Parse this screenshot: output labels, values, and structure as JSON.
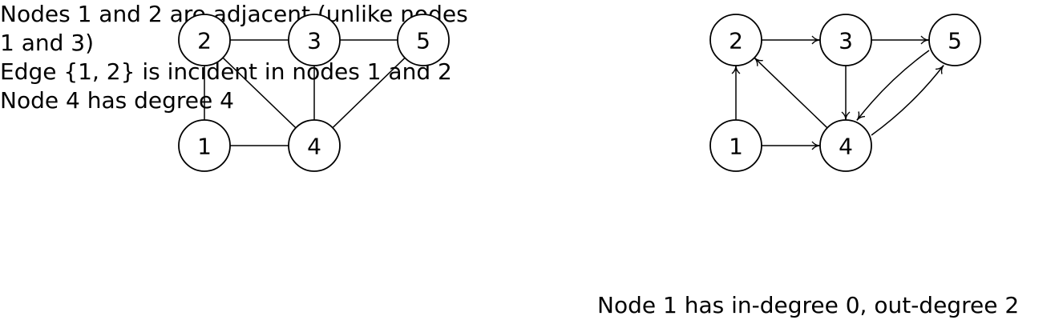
{
  "undirected": {
    "nodes": [
      {
        "id": "1",
        "label": "1"
      },
      {
        "id": "2",
        "label": "2"
      },
      {
        "id": "3",
        "label": "3"
      },
      {
        "id": "4",
        "label": "4"
      },
      {
        "id": "5",
        "label": "5"
      }
    ],
    "edges": [
      {
        "from": "2",
        "to": "3"
      },
      {
        "from": "3",
        "to": "5"
      },
      {
        "from": "2",
        "to": "1"
      },
      {
        "from": "2",
        "to": "4"
      },
      {
        "from": "3",
        "to": "4"
      },
      {
        "from": "5",
        "to": "4"
      },
      {
        "from": "1",
        "to": "4"
      }
    ]
  },
  "directed": {
    "nodes": [
      {
        "id": "1",
        "label": "1"
      },
      {
        "id": "2",
        "label": "2"
      },
      {
        "id": "3",
        "label": "3"
      },
      {
        "id": "4",
        "label": "4"
      },
      {
        "id": "5",
        "label": "5"
      }
    ],
    "edges": [
      {
        "from": "2",
        "to": "3"
      },
      {
        "from": "3",
        "to": "5"
      },
      {
        "from": "1",
        "to": "2"
      },
      {
        "from": "4",
        "to": "2"
      },
      {
        "from": "3",
        "to": "4"
      },
      {
        "from": "1",
        "to": "4"
      },
      {
        "from": "4",
        "to": "5"
      },
      {
        "from": "5",
        "to": "4"
      }
    ]
  },
  "captions": {
    "line1": "Nodes 1 and 2 are adjacent (unlike nodes",
    "line2": "1 and 3)",
    "line3": "Edge {1, 2} is incident in nodes 1 and 2",
    "line4": "Node 4 has degree 4",
    "right": "Node 1 has in-degree 0, out-degree 2"
  }
}
